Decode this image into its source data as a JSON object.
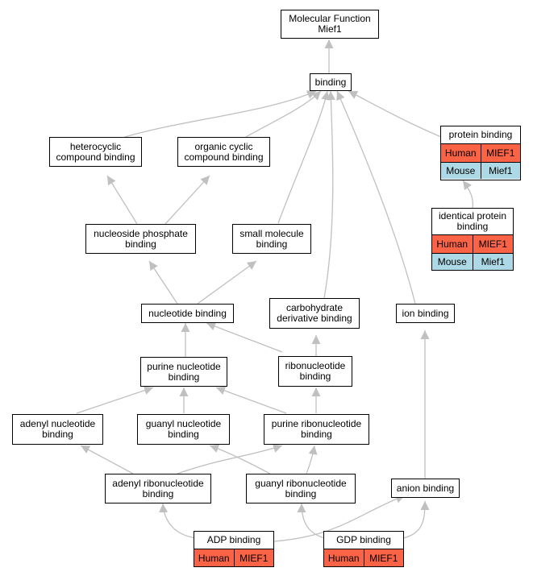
{
  "colors": {
    "edge": "#c0c0c0",
    "human": "#fb6347",
    "mouse": "#add8e6"
  },
  "nodes": {
    "molecular_function": "Molecular Function\nMief1",
    "binding": "binding",
    "heterocyclic_compound_binding": "heterocyclic\ncompound binding",
    "organic_cyclic_compound_binding": "organic cyclic\ncompound binding",
    "nucleoside_phosphate_binding": "nucleoside phosphate\nbinding",
    "small_molecule_binding": "small molecule\nbinding",
    "nucleotide_binding": "nucleotide binding",
    "carbohydrate_derivative_binding": "carbohydrate\nderivative binding",
    "ion_binding": "ion binding",
    "purine_nucleotide_binding": "purine nucleotide\nbinding",
    "ribonucleotide_binding": "ribonucleotide\nbinding",
    "adenyl_nucleotide_binding": "adenyl nucleotide\nbinding",
    "guanyl_nucleotide_binding": "guanyl nucleotide\nbinding",
    "purine_ribonucleotide_binding": "purine ribonucleotide\nbinding",
    "adenyl_ribonucleotide_binding": "adenyl ribonucleotide\nbinding",
    "guanyl_ribonucleotide_binding": "guanyl ribonucleotide\nbinding",
    "anion_binding": "anion binding"
  },
  "protein_binding": {
    "title": "protein binding",
    "rows": [
      {
        "species": "Human",
        "gene": "MIEF1"
      },
      {
        "species": "Mouse",
        "gene": "Mief1"
      }
    ]
  },
  "identical_protein_binding": {
    "title": "identical protein\nbinding",
    "rows": [
      {
        "species": "Human",
        "gene": "MIEF1"
      },
      {
        "species": "Mouse",
        "gene": "Mief1"
      }
    ]
  },
  "adp_binding": {
    "title": "ADP binding",
    "rows": [
      {
        "species": "Human",
        "gene": "MIEF1"
      }
    ]
  },
  "gdp_binding": {
    "title": "GDP binding",
    "rows": [
      {
        "species": "Human",
        "gene": "MIEF1"
      }
    ]
  }
}
